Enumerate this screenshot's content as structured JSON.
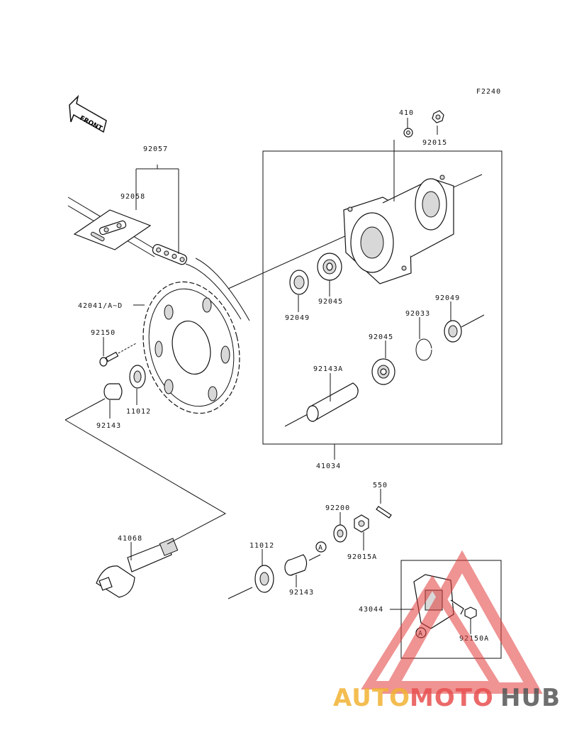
{
  "figure_id": "F2240",
  "front_label": "FRONT",
  "reference_marker": "A",
  "labels": [
    "92057",
    "92058",
    "42041/A~D",
    "92150",
    "11012",
    "92143",
    "410",
    "92015",
    "92049",
    "92045",
    "92045",
    "92033",
    "92049",
    "92143A",
    "41034",
    "550",
    "92200",
    "92015A",
    "41068",
    "11012",
    "92143",
    "43044",
    "92150A"
  ],
  "watermark": {
    "part1": "AUTO",
    "part2": "MOTO",
    "part3": "HUB",
    "colors": {
      "auto": "#f2b233",
      "moto": "#e85050",
      "hub": "#555555",
      "triangle": "#e23b3b"
    }
  }
}
